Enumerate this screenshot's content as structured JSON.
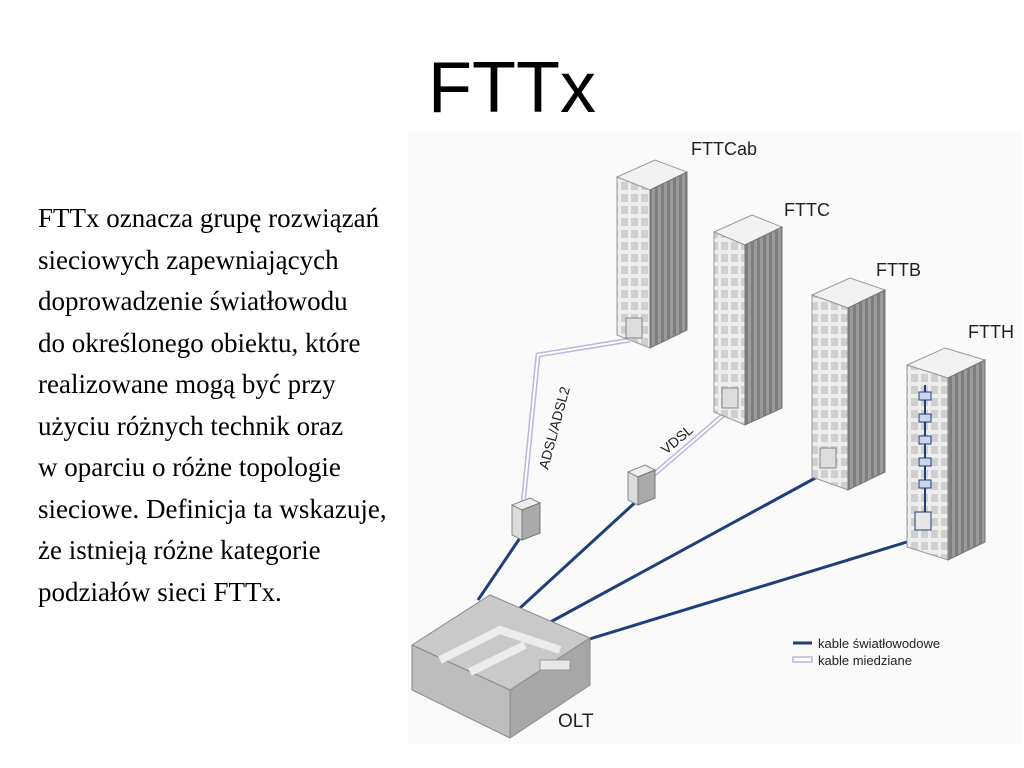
{
  "slide": {
    "title": "FTTx",
    "description_lines": [
      "FTTx oznacza grupę rozwiązań",
      "sieciowych zapewniających",
      "doprowadzenie światłowodu",
      "do określonego obiektu, które",
      "realizowane mogą być przy",
      "użyciu różnych technik oraz",
      "w oparciu o różne topologie",
      "sieciowe. Definicja ta wskazuje,",
      "że istnieją różne kategorie",
      "podziałów sieci FTTx."
    ]
  },
  "diagram": {
    "buildings": [
      "FTTCab",
      "FTTC",
      "FTTB",
      "FTTH"
    ],
    "olt_label": "OLT",
    "cable_labels": [
      "ADSL/ADSL2",
      "VDSL"
    ],
    "legend": [
      {
        "label": "kable światłowodowe",
        "color": "#1f3f7a"
      },
      {
        "label": "kable miedziane",
        "color": "#b9b6e4"
      }
    ]
  },
  "colors": {
    "fiber": "#1f3f7a",
    "copper": "#b9b6e4",
    "building_light": "#e9e9e9",
    "building_dark": "#8d8d8d"
  }
}
